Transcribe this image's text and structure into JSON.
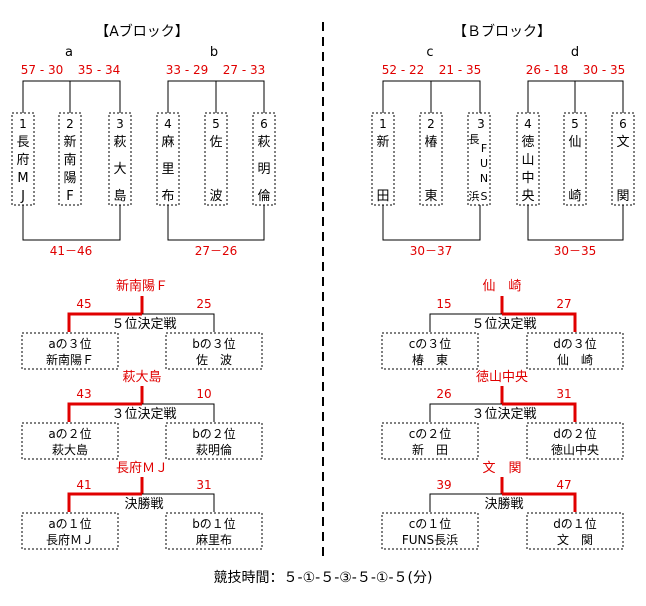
{
  "block_a": {
    "title": "【Aブロック】",
    "leagues": [
      {
        "name": "a",
        "scores": [
          "57 - 30",
          "35 - 34"
        ],
        "teams": [
          {
            "num": "1",
            "chars": [
              "長",
              "府",
              "M",
              "J"
            ]
          },
          {
            "num": "2",
            "chars": [
              "新",
              "南",
              "陽",
              "F"
            ]
          },
          {
            "num": "3",
            "chars": [
              "萩",
              "大",
              "島"
            ]
          }
        ]
      },
      {
        "name": "b",
        "scores": [
          "33 - 29",
          "27 - 33"
        ],
        "teams": [
          {
            "num": "4",
            "chars": [
              "麻",
              "里",
              "布"
            ]
          },
          {
            "num": "5",
            "chars": [
              "佐",
              "波"
            ]
          },
          {
            "num": "6",
            "chars": [
              "萩",
              "明",
              "倫"
            ]
          }
        ]
      }
    ],
    "cross_score": "41－46",
    "cross_score2": "27－26",
    "matches": [
      {
        "winner": "新南陽Ｆ",
        "label": "５位決定戦",
        "left_score": "45",
        "right_score": "25",
        "left": {
          "rank": "aの３位",
          "team": "新南陽Ｆ"
        },
        "right": {
          "rank": "bの３位",
          "team": "佐　波"
        }
      },
      {
        "winner": "萩大島",
        "label": "３位決定戦",
        "left_score": "43",
        "right_score": "10",
        "left": {
          "rank": "aの２位",
          "team": "萩大島"
        },
        "right": {
          "rank": "bの２位",
          "team": "萩明倫"
        }
      },
      {
        "winner": "長府ＭＪ",
        "label": "決勝戦",
        "left_score": "41",
        "right_score": "31",
        "left": {
          "rank": "aの１位",
          "team": "長府ＭＪ"
        },
        "right": {
          "rank": "bの１位",
          "team": "麻里布"
        }
      }
    ]
  },
  "block_b": {
    "title": "【Ｂブロック】",
    "leagues": [
      {
        "name": "c",
        "scores": [
          "52 - 22",
          "21 - 35"
        ],
        "teams": [
          {
            "num": "1",
            "chars": [
              "新",
              "田"
            ]
          },
          {
            "num": "2",
            "chars": [
              "椿",
              "東"
            ]
          },
          {
            "num": "3",
            "chars": [
              "長",
              "F",
              "U",
              "N",
              "浜",
              "S"
            ]
          }
        ]
      },
      {
        "name": "d",
        "scores": [
          "26 - 18",
          "30 - 35"
        ],
        "teams": [
          {
            "num": "4",
            "chars": [
              "徳",
              "山",
              "中",
              "央"
            ]
          },
          {
            "num": "5",
            "chars": [
              "仙",
              "崎"
            ]
          },
          {
            "num": "6",
            "chars": [
              "文",
              "関"
            ]
          }
        ]
      }
    ],
    "cross_score": "30－37",
    "cross_score2": "30－35",
    "matches": [
      {
        "winner": "仙　崎",
        "label": "５位決定戦",
        "left_score": "15",
        "right_score": "27",
        "left": {
          "rank": "cの３位",
          "team": "椿　東"
        },
        "right": {
          "rank": "dの３位",
          "team": "仙　崎"
        }
      },
      {
        "winner": "徳山中央",
        "label": "３位決定戦",
        "left_score": "26",
        "right_score": "31",
        "left": {
          "rank": "cの２位",
          "team": "新　田"
        },
        "right": {
          "rank": "dの２位",
          "team": "徳山中央"
        }
      },
      {
        "winner": "文　関",
        "label": "決勝戦",
        "left_score": "39",
        "right_score": "47",
        "left": {
          "rank": "cの１位",
          "team": "FUNS長浜"
        },
        "right": {
          "rank": "dの１位",
          "team": "文　関"
        }
      }
    ]
  },
  "footer": "競技時間：５-①-５-③-５-①-５(分)",
  "colors": {
    "accent": "#e00000",
    "line": "#000000"
  }
}
